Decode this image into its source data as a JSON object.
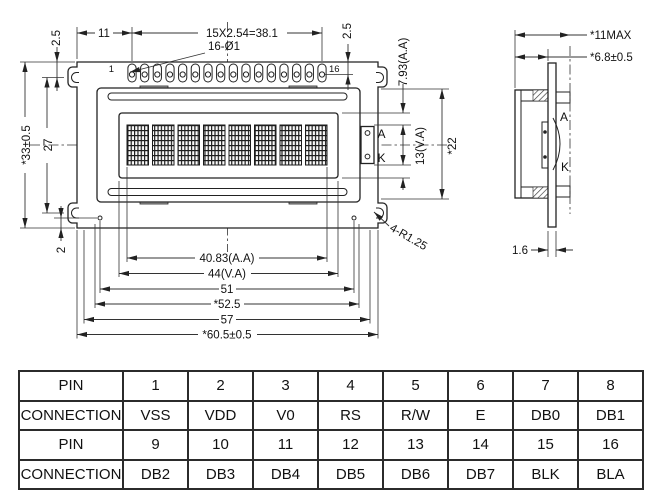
{
  "drawing": {
    "front": {
      "pin_first": "1",
      "pin_last": "16",
      "dims": {
        "top_margin_left": "2.5",
        "left_offset": "11",
        "pin_pitch": "15X2.54=38.1",
        "pin_holes": "16-Ø1",
        "top_margin_right": "2.5",
        "height_overall": "*33±0.5",
        "hole_span_v": "27",
        "active_area_height": "7.93(A.A)",
        "viewing_height": "13(V.A)",
        "bezel_height": "*22",
        "hole_offset_bottom": "2",
        "active_area_width": "40.83(A.A)",
        "viewing_width": "44(V.A)",
        "hole_span_h": "51",
        "notch_span": "*52.5",
        "mid_span": "57",
        "width_overall": "*60.5±0.5",
        "notch_radius": "4-R1.25"
      },
      "backlight": {
        "anode": "A",
        "cathode": "K"
      }
    },
    "side": {
      "dims": {
        "depth_max": "*11MAX",
        "depth_body": "*6.8±0.5",
        "pcb_thickness": "1.6"
      },
      "backlight": {
        "anode": "A",
        "cathode": "K"
      }
    }
  },
  "pin_table": {
    "rows": [
      {
        "header": "PIN",
        "cells": [
          "1",
          "2",
          "3",
          "4",
          "5",
          "6",
          "7",
          "8"
        ]
      },
      {
        "header": "CONNECTION",
        "cells": [
          "VSS",
          "VDD",
          "V0",
          "RS",
          "R/W",
          "E",
          "DB0",
          "DB1"
        ]
      },
      {
        "header": "PIN",
        "cells": [
          "9",
          "10",
          "11",
          "12",
          "13",
          "14",
          "15",
          "16"
        ]
      },
      {
        "header": "CONNECTION",
        "cells": [
          "DB2",
          "DB3",
          "DB4",
          "DB5",
          "DB6",
          "DB7",
          "BLK",
          "BLA"
        ]
      }
    ]
  }
}
